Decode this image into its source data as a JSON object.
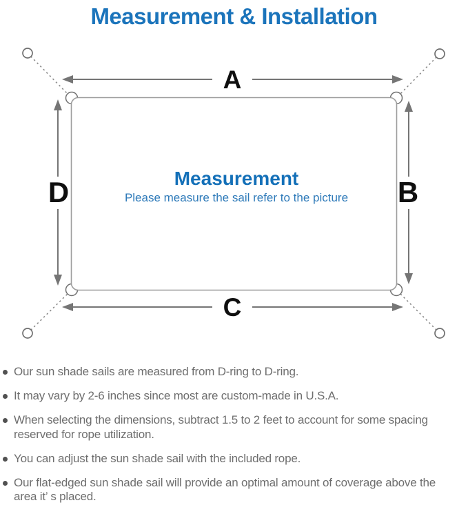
{
  "title": "Measurement & Installation",
  "diagram": {
    "center_heading": "Measurement",
    "center_subtitle": "Please measure the sail refer to the picture",
    "dimension_labels": {
      "top": "A",
      "right": "B",
      "bottom": "C",
      "left": "D"
    }
  },
  "colors": {
    "title_blue": "#1b74bb",
    "heading_blue": "#1470b8",
    "subtitle_blue": "#2e7ab9",
    "line_gray": "#757575",
    "outline_gray": "#9c9c9c",
    "label_black": "#0f0f0f",
    "note_text_gray": "#6e6e6e"
  },
  "notes": [
    "Our sun shade sails are measured from D-ring to D-ring.",
    "It may vary by 2-6 inches since most are custom-made in U.S.A.",
    "When selecting the dimensions, subtract 1.5 to 2 feet to account for some spacing reserved for rope utilization.",
    "You can adjust the sun shade sail with the included rope.",
    "Our flat-edged sun shade sail will provide an optimal amount of coverage above the area it’ s placed."
  ]
}
